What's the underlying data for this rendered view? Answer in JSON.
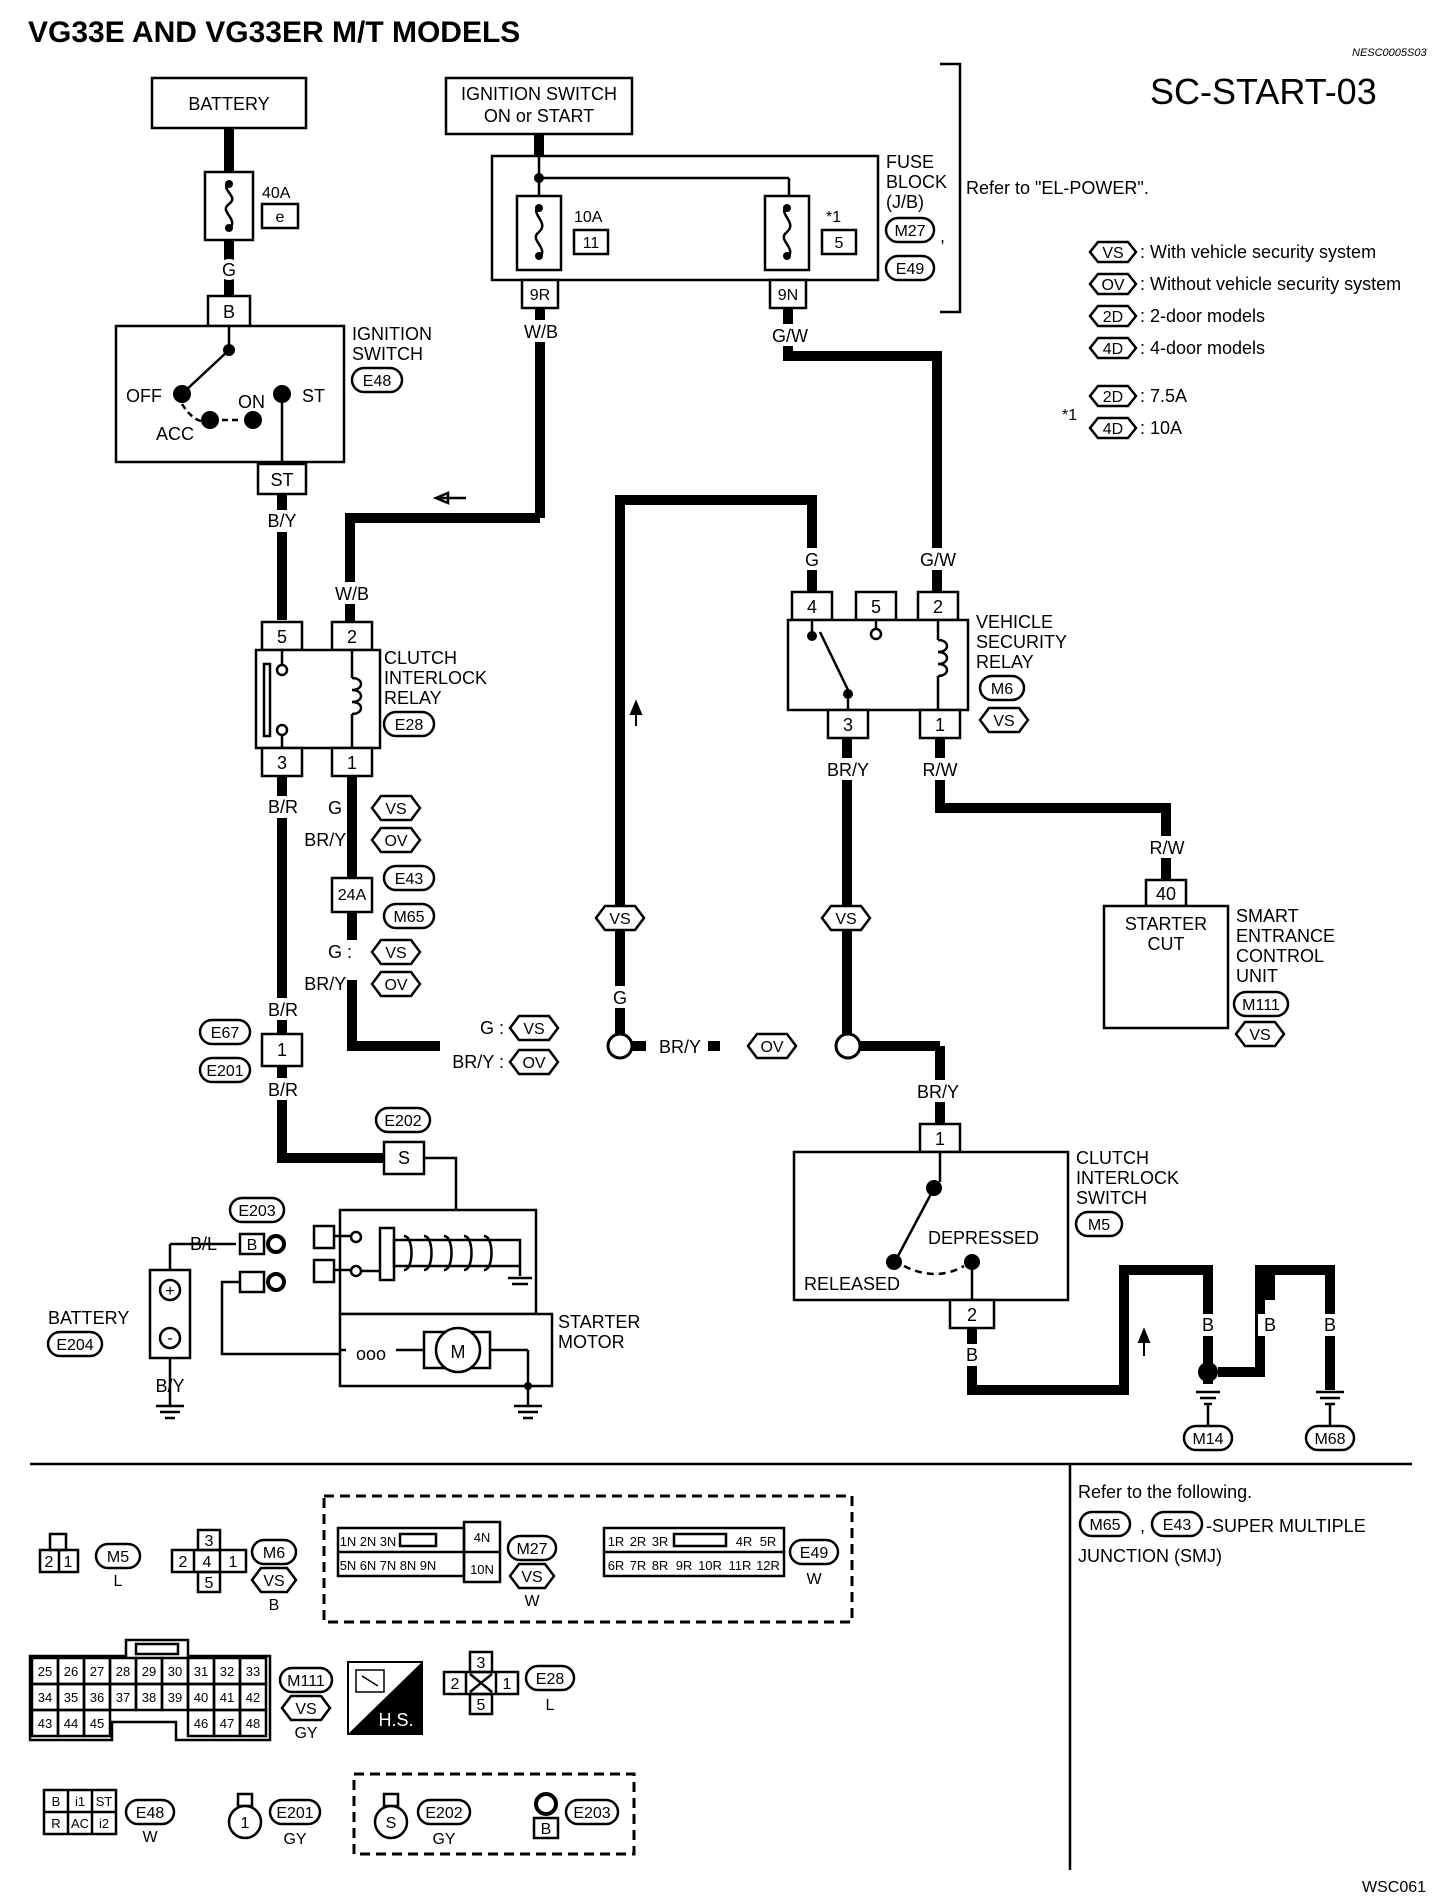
{
  "title": "VG33E AND VG33ER M/T MODELS",
  "doc_code": "NESC0005S03",
  "diagram_id": "SC-START-03",
  "figure_code": "WSC061",
  "refer_el_power": "Refer to \"EL-POWER\".",
  "legend": [
    {
      "tag": "VS",
      "text": ": With vehicle security system"
    },
    {
      "tag": "OV",
      "text": ": Without vehicle security system"
    },
    {
      "tag": "2D",
      "text": ": 2-door models"
    },
    {
      "tag": "4D",
      "text": ": 4-door models"
    }
  ],
  "note_mark": "*1",
  "note": [
    {
      "tag": "2D",
      "text": ": 7.5A"
    },
    {
      "tag": "4D",
      "text": ": 10A"
    }
  ],
  "battery_top": {
    "label": "BATTERY",
    "fuse_amp": "40A",
    "fuse_id": "e"
  },
  "ignition_on_start": {
    "line1": "IGNITION SWITCH",
    "line2": "ON or START"
  },
  "fuse_block": {
    "l1": "FUSE",
    "l2": "BLOCK",
    "l3": "(J/B)",
    "c1": "M27",
    "c2": "E49",
    "f1_amp": "10A",
    "f1_no": "11",
    "f2_mark": "*1",
    "f2_no": "5",
    "t1": "9R",
    "t2": "9N",
    "comma": ","
  },
  "ignition_switch": {
    "l1": "IGNITION",
    "l2": "SWITCH",
    "conn": "E48",
    "top_pin": "B",
    "out_pin": "ST",
    "off": "OFF",
    "acc": "ACC",
    "on": "ON",
    "st": "ST"
  },
  "clutch_relay": {
    "l1": "CLUTCH",
    "l2": "INTERLOCK",
    "l3": "RELAY",
    "conn": "E28",
    "p5": "5",
    "p2": "2",
    "p3": "3",
    "p1": "1"
  },
  "vs_relay": {
    "l1": "VEHICLE",
    "l2": "SECURITY",
    "l3": "RELAY",
    "conn": "M6",
    "tag": "VS",
    "p4": "4",
    "p5": "5",
    "p2": "2",
    "p3": "3",
    "p1": "1"
  },
  "wires": {
    "g": "G",
    "bl_y": "B/Y",
    "wb": "W/B",
    "gw": "G/W",
    "br": "B/R",
    "bry": "BR/Y",
    "rw": "R/W",
    "b": "B",
    "bl": "B/L",
    "g_vs": "G :",
    "bry_ov": "BR/Y :"
  },
  "junction": {
    "pin": "24A",
    "c1": "E43",
    "c2": "M65"
  },
  "conn_e67": {
    "c1": "E67",
    "c2": "E201",
    "pin": "1"
  },
  "conn_e202": {
    "id": "E202",
    "pin": "S"
  },
  "conn_e203": {
    "id": "E203",
    "pin": "B"
  },
  "smart_unit": {
    "l1": "SMART",
    "l2": "ENTRANCE",
    "l3": "CONTROL",
    "l4": "UNIT",
    "conn": "M111",
    "tag": "VS",
    "inner1": "STARTER",
    "inner2": "CUT",
    "pin": "40"
  },
  "clutch_switch": {
    "l1": "CLUTCH",
    "l2": "INTERLOCK",
    "l3": "SWITCH",
    "conn": "M5",
    "depressed": "DEPRESSED",
    "released": "RELEASED",
    "p1": "1",
    "p2": "2"
  },
  "battery_low": {
    "label": "BATTERY",
    "conn": "E204",
    "plus": "+",
    "minus": "-"
  },
  "starter_motor": {
    "l1": "STARTER",
    "l2": "MOTOR",
    "m": "M",
    "coil": "ooo"
  },
  "grounds": {
    "g1": "M14",
    "g2": "M68"
  },
  "tags": {
    "vs": "VS",
    "ov": "OV"
  },
  "bottom_ref": {
    "l1": "Refer to the following.",
    "c1": "M65",
    "comma": ",",
    "c2": "E43",
    "l2": "-SUPER MULTIPLE",
    "l3": "JUNCTION (SMJ)"
  },
  "connectors": {
    "m5": {
      "id": "M5",
      "color": "L",
      "pins": [
        "2",
        "1"
      ]
    },
    "m6": {
      "id": "M6",
      "tag": "VS",
      "color": "B",
      "pins": [
        "3",
        "2",
        "4",
        "1",
        "5"
      ]
    },
    "m27": {
      "id": "M27",
      "tag": "VS",
      "color": "W",
      "top": [
        "1N",
        "2N",
        "3N",
        "4N"
      ],
      "bot": [
        "5N",
        "6N",
        "7N",
        "8N",
        "9N",
        "10N"
      ]
    },
    "e49": {
      "id": "E49",
      "color": "W",
      "top": [
        "1R",
        "2R",
        "3R",
        "4R",
        "5R"
      ],
      "bot": [
        "6R",
        "7R",
        "8R",
        "9R",
        "10R",
        "11R",
        "12R"
      ]
    },
    "m111": {
      "id": "M111",
      "tag": "VS",
      "color": "GY",
      "r1": [
        "25",
        "26",
        "27",
        "28",
        "29",
        "30",
        "31",
        "32",
        "33"
      ],
      "r2": [
        "34",
        "35",
        "36",
        "37",
        "38",
        "39",
        "40",
        "41",
        "42"
      ],
      "r3": [
        "43",
        "44",
        "45",
        "46",
        "47",
        "48"
      ]
    },
    "hs": "H.S.",
    "e28": {
      "id": "E28",
      "color": "L",
      "pins": [
        "3",
        "2",
        "1",
        "5"
      ]
    },
    "e48": {
      "id": "E48",
      "color": "W",
      "r1": [
        "B",
        "i1",
        "ST"
      ],
      "r2": [
        "R",
        "AC",
        "i2"
      ]
    },
    "e201": {
      "id": "E201",
      "color": "GY",
      "pin": "1"
    },
    "e202": {
      "id": "E202",
      "color": "GY",
      "pin": "S"
    },
    "e203": {
      "id": "E203",
      "pin": "B"
    }
  }
}
